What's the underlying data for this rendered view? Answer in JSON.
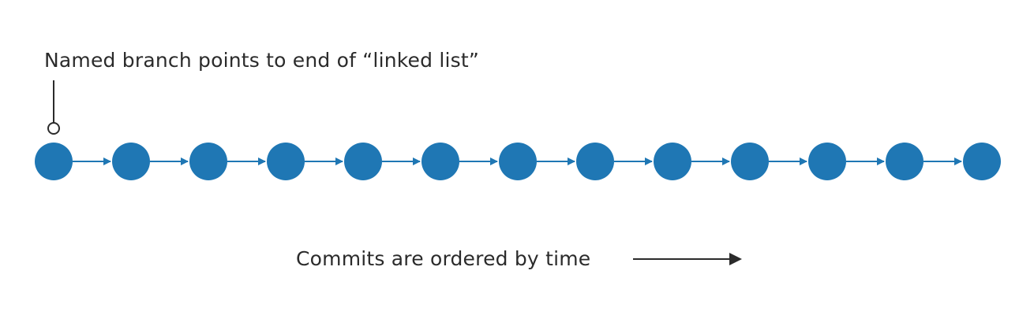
{
  "annotation": {
    "text": "Named branch points to end of “linked list”"
  },
  "caption": {
    "text": "Commits are ordered by time"
  },
  "commits": {
    "count": 13
  },
  "colors": {
    "commit_fill": "#1f77b4",
    "arrow": "#1f77b4",
    "text": "#2b2b2b",
    "pointer": "#2b2b2b"
  },
  "icons": {
    "branch_pointer": "pointer-circle-icon",
    "time_arrow": "arrow-right-icon"
  }
}
